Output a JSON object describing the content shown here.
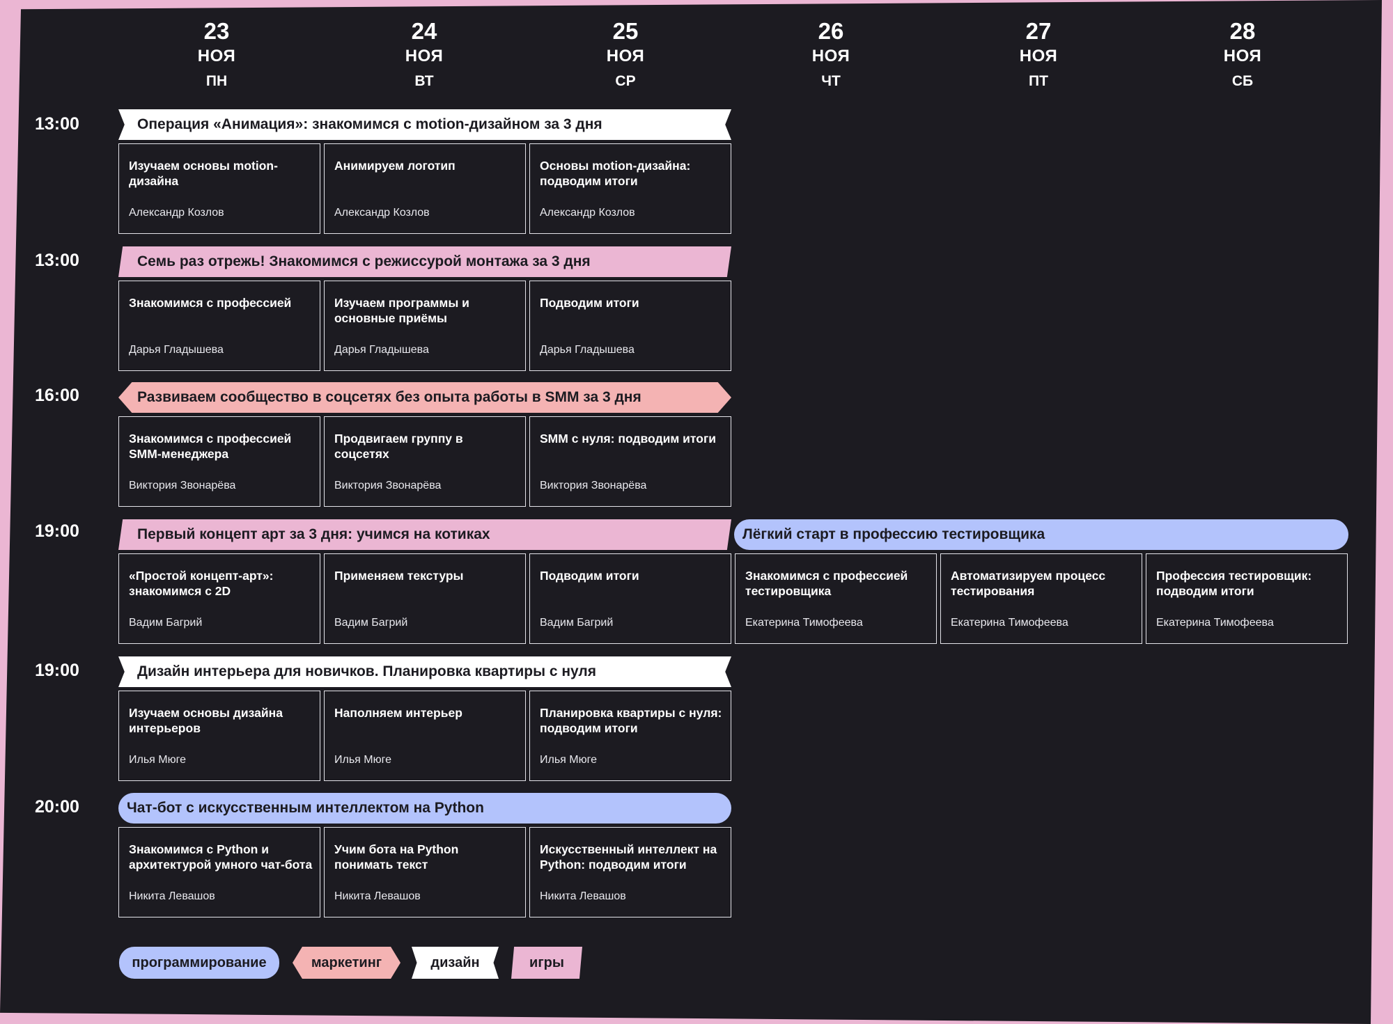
{
  "days": [
    {
      "num": "23",
      "month": "НОЯ",
      "weekday": "ПН"
    },
    {
      "num": "24",
      "month": "НОЯ",
      "weekday": "ВТ"
    },
    {
      "num": "25",
      "month": "НОЯ",
      "weekday": "СР"
    },
    {
      "num": "26",
      "month": "НОЯ",
      "weekday": "ЧТ"
    },
    {
      "num": "27",
      "month": "НОЯ",
      "weekday": "ПТ"
    },
    {
      "num": "28",
      "month": "НОЯ",
      "weekday": "СБ"
    }
  ],
  "rows": [
    {
      "time": "13:00",
      "courses": [
        {
          "title": "Операция «Анимация»: знакомимся с motion-дизайном за 3 дня",
          "category": "дизайн",
          "color": "#ffffff",
          "lessons": [
            {
              "title": "Изучаем основы motion-дизайна",
              "author": "Александр Козлов"
            },
            {
              "title": "Анимируем логотип",
              "author": "Александр Козлов"
            },
            {
              "title": "Основы motion-дизайна: подводим итоги",
              "author": "Александр Козлов"
            }
          ]
        }
      ]
    },
    {
      "time": "13:00",
      "courses": [
        {
          "title": "Семь раз отрежь! Знакомимся с режиссурой монтажа за 3 дня",
          "category": "игры",
          "color": "#ebb6d3",
          "lessons": [
            {
              "title": "Знакомимся с профессией",
              "author": "Дарья Гладышева"
            },
            {
              "title": "Изучаем программы и основные приёмы",
              "author": "Дарья Гладышева"
            },
            {
              "title": "Подводим итоги",
              "author": "Дарья Гладышева"
            }
          ]
        }
      ]
    },
    {
      "time": "16:00",
      "courses": [
        {
          "title": "Развиваем сообщество в соцсетях без опыта работы в SMM за 3 дня",
          "category": "маркетинг",
          "color": "#f4b3b3",
          "lessons": [
            {
              "title": "Знакомимся с профессией SMM-менеджера",
              "author": "Виктория Звонарёва"
            },
            {
              "title": "Продвигаем группу в соцсетях",
              "author": "Виктория Звонарёва"
            },
            {
              "title": "SMM с нуля: подводим итоги",
              "author": "Виктория Звонарёва"
            }
          ]
        }
      ]
    },
    {
      "time": "19:00",
      "courses": [
        {
          "title": "Первый концепт арт за 3 дня: учимся на котиках",
          "category": "игры",
          "color": "#ebb6d3",
          "lessons": [
            {
              "title": "«Простой концепт-арт»: знакомимся с 2D",
              "author": "Вадим Багрий"
            },
            {
              "title": "Применяем текстуры",
              "author": "Вадим Багрий"
            },
            {
              "title": "Подводим итоги",
              "author": "Вадим Багрий"
            }
          ]
        },
        {
          "title": "Лёгкий старт в профессию тестировщика",
          "category": "программирование",
          "color": "#b3c3fc",
          "lessons": [
            {
              "title": "Знакомимся с профессией тестировщика",
              "author": "Екатерина Тимофеева"
            },
            {
              "title": "Автоматизируем процесс тестирования",
              "author": "Екатерина Тимофеева"
            },
            {
              "title": "Профессия тестировщик: подводим итоги",
              "author": "Екатерина Тимофеева"
            }
          ]
        }
      ]
    },
    {
      "time": "19:00",
      "courses": [
        {
          "title": "Дизайн интерьера для новичков. Планировка квартиры с нуля",
          "category": "дизайн",
          "color": "#ffffff",
          "lessons": [
            {
              "title": "Изучаем основы дизайна интерьеров",
              "author": "Илья Мюге"
            },
            {
              "title": "Наполняем интерьер",
              "author": "Илья Мюге"
            },
            {
              "title": "Планировка квартиры с нуля: подводим итоги",
              "author": "Илья Мюге"
            }
          ]
        }
      ]
    },
    {
      "time": "20:00",
      "courses": [
        {
          "title": "Чат-бот с искусственным интеллектом на Python",
          "category": "программирование",
          "color": "#b3c3fc",
          "lessons": [
            {
              "title": "Знакомимся с Python и архитектурой умного чат-бота",
              "author": "Никита Левашов"
            },
            {
              "title": "Учим бота на Python понимать текст",
              "author": "Никита Левашов"
            },
            {
              "title": "Искусственный интеллект на Python: подводим итоги",
              "author": "Никита Левашов"
            }
          ]
        }
      ]
    }
  ],
  "legend": [
    {
      "label": "программирование",
      "color": "#b3c3fc"
    },
    {
      "label": "маркетинг",
      "color": "#f4b3b3"
    },
    {
      "label": "дизайн",
      "color": "#ffffff"
    },
    {
      "label": "игры",
      "color": "#ebb6d3"
    }
  ]
}
